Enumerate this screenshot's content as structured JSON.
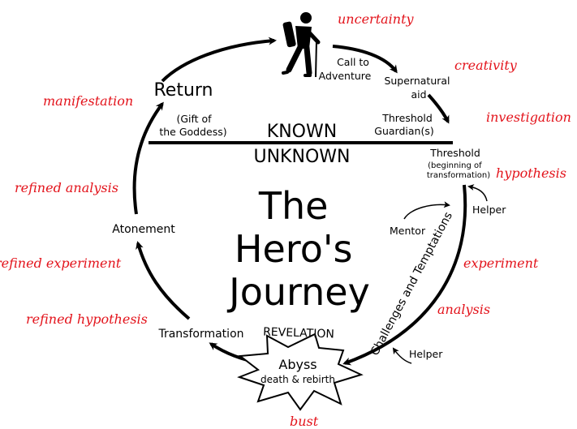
{
  "colors": {
    "ink": "#000000",
    "annotation": "#e3131b",
    "background": "#ffffff"
  },
  "icons": {
    "hiker": "hiker-icon"
  },
  "diagram": {
    "title": [
      "The",
      "Hero's",
      "Journey"
    ],
    "known": "KNOWN",
    "unknown": "UNKNOWN",
    "stages": {
      "call_to_adventure": [
        "Call to",
        "Adventure"
      ],
      "supernatural_aid": [
        "Supernatural",
        "aid"
      ],
      "threshold_guardians": [
        "Threshold",
        "Guardian(s)"
      ],
      "threshold": "Threshold",
      "threshold_sub": [
        "(beginning of",
        "transformation)"
      ],
      "helper_top": "Helper",
      "mentor": "Mentor",
      "challenges": "Challenges and Temptations",
      "helper_bottom": "Helper",
      "revelation": "REVELATION",
      "abyss": "Abyss",
      "abyss_sub": "death & rebirth",
      "transformation": "Transformation",
      "atonement": "Atonement",
      "return": "Return",
      "gift": [
        "(Gift of",
        "the Goddess)"
      ]
    },
    "annotations": {
      "uncertainty": "uncertainty",
      "creativity": "creativity",
      "investigation": "investigation",
      "hypothesis": "hypothesis",
      "experiment": "experiment",
      "analysis": "analysis",
      "bust": "bust",
      "refined_hypothesis": "refined hypothesis",
      "refined_experiment": "refined experiment",
      "refined_analysis": "refined analysis",
      "manifestation": "manifestation"
    }
  }
}
